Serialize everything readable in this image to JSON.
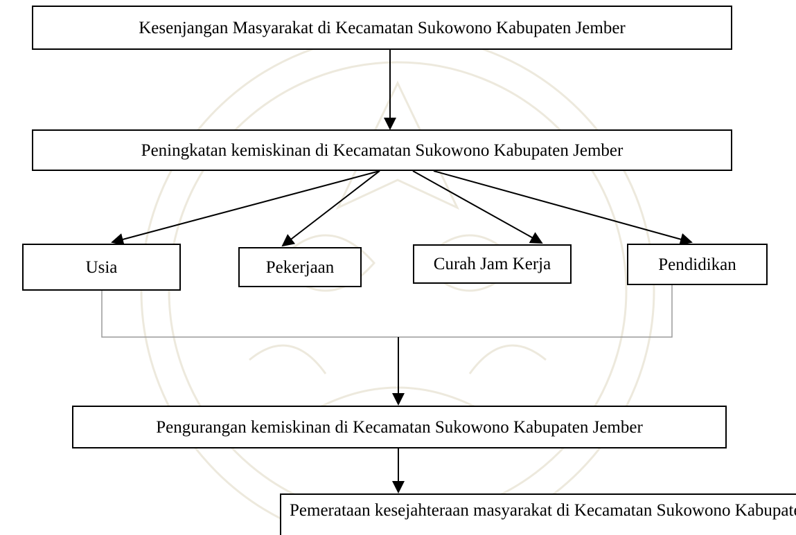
{
  "nodes": {
    "top": "Kesenjangan Masyarakat di Kecamatan Sukowono Kabupaten Jember",
    "second": "Peningkatan kemiskinan di Kecamatan Sukowono Kabupaten Jember",
    "factors": [
      "Usia",
      "Pekerjaan",
      "Curah Jam Kerja",
      "Pendidikan"
    ],
    "fourth": "Pengurangan kemiskinan di Kecamatan Sukowono Kabupaten Jember",
    "bottom": "Pemerataan kesejahteraan masyarakat di Kecamatan Sukowono Kabupaten Jember"
  },
  "colors": {
    "line": "#000000",
    "background": "#ffffff",
    "watermark": "#d9d4bf"
  }
}
